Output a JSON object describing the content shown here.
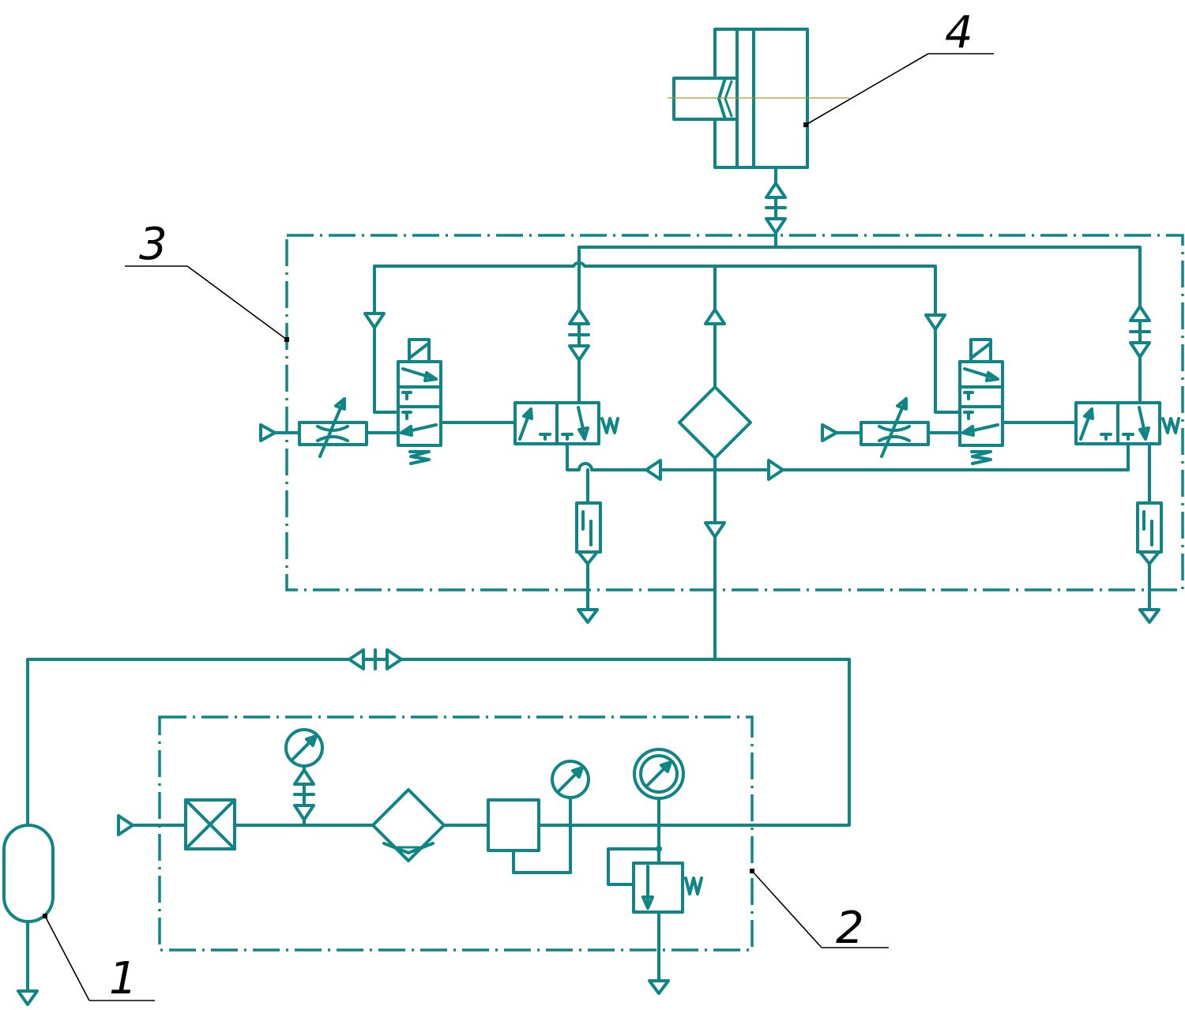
{
  "diagram": {
    "labels": [
      {
        "id": "callout-1",
        "text": "1"
      },
      {
        "id": "callout-2",
        "text": "2"
      },
      {
        "id": "callout-3",
        "text": "3"
      },
      {
        "id": "callout-4",
        "text": "4"
      }
    ]
  },
  "colors": {
    "line": "#0f8585",
    "leader": "#000000",
    "centerline": "#9c9c2a",
    "background": "#ffffff"
  }
}
